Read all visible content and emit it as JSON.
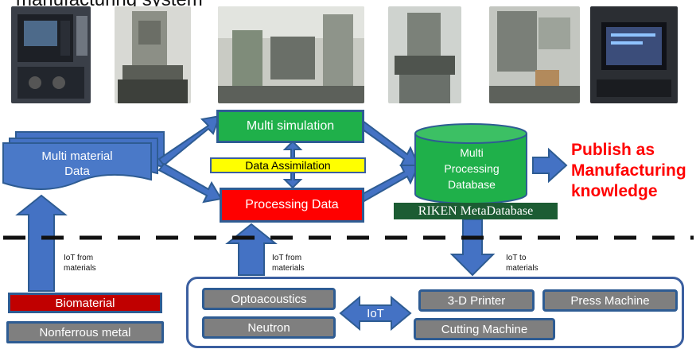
{
  "title": "manufacturing system",
  "photos": [
    {
      "name": "cnc-control-panel-photo"
    },
    {
      "name": "milling-machine-photo"
    },
    {
      "name": "machine-shop-photo"
    },
    {
      "name": "mill-photo"
    },
    {
      "name": "milling-table-photo"
    },
    {
      "name": "machine-with-boxes-photo"
    },
    {
      "name": "monitor-control-photo"
    }
  ],
  "diagram": {
    "material_data": "Multi material Data",
    "multi_simulation": "Multi simulation",
    "data_assimilation": "Data Assimilation",
    "processing_data": "Processing Data",
    "database": "Multi Processing Database",
    "riken": "RIKEN MetaDatabase",
    "publish": "Publish as Manufacturing knowledge",
    "iot_from_materials_left": "IoT from materials",
    "iot_from_materials_mid": "IoT from materials",
    "iot_to_materials": "IoT to materials",
    "biomaterial": "Biomaterial",
    "nonferrous": "Nonferrous metal",
    "optoacoustics": "Optoacoustics",
    "neutron": "Neutron",
    "iot": "IoT",
    "printer": "3-D Printer",
    "press": "Press Machine",
    "cutting": "Cutting Machine"
  },
  "colors": {
    "arrow_blue": "#4472c4",
    "arrow_border": "#2e5c93",
    "green": "#1fb04a",
    "red": "#ff0000",
    "yellow": "#ffff00",
    "gray": "#7f7f7f",
    "dark_red": "#c00000",
    "riken_green": "#1c5c33",
    "publish_red": "#ff0000"
  }
}
